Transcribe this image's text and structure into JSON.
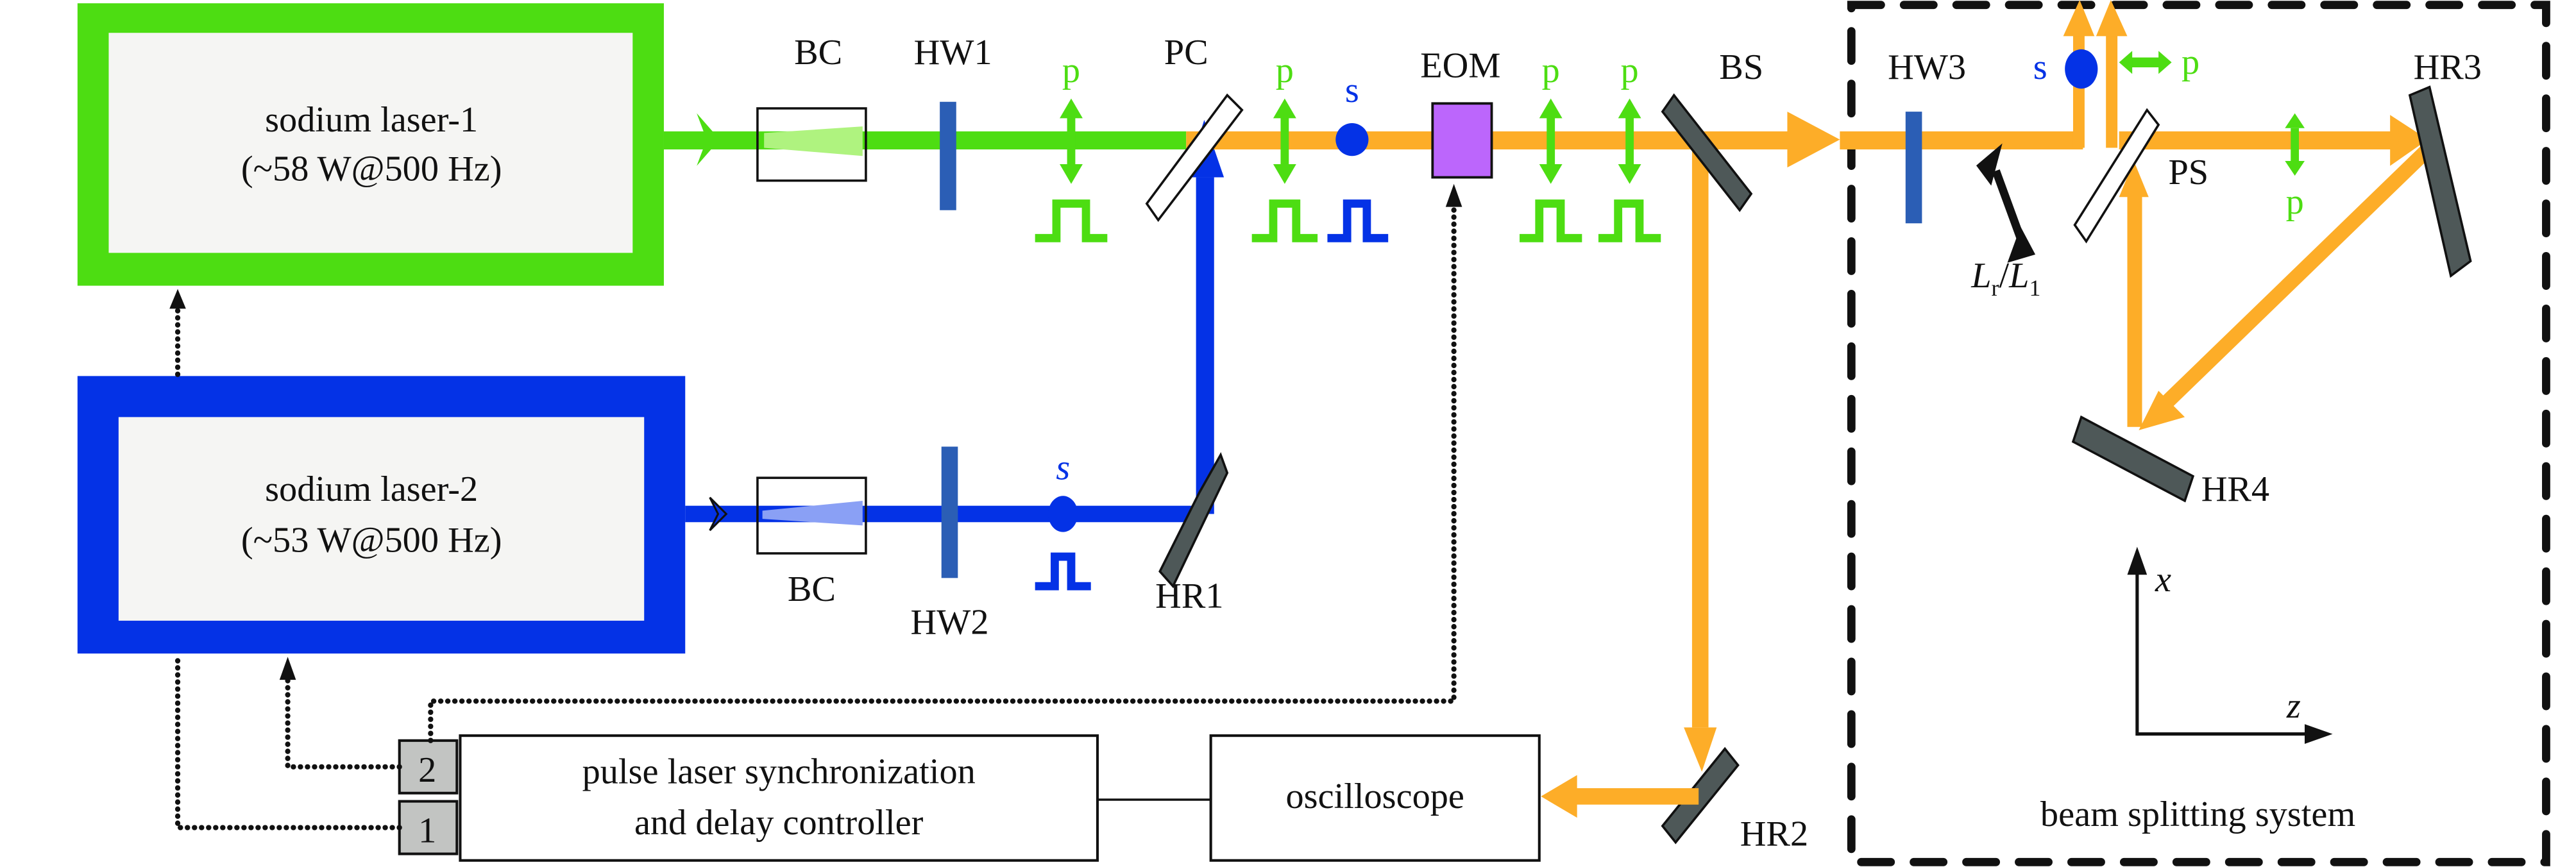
{
  "colors": {
    "green_beam": "#4ddd12",
    "blue_beam": "#0432e6",
    "orange_beam": "#fdad28",
    "eom_fill": "#bc66fc",
    "mirror_fill": "#4e5858",
    "waveplate_fill": "#2b5eb5",
    "laser_inner": "#f5f5f3",
    "port_fill": "#c2c4c2"
  },
  "lasers": [
    {
      "name": "sodium laser-1",
      "spec": "(~58 W@500 Hz)",
      "color": "green"
    },
    {
      "name": "sodium laser-2",
      "spec": "(~53 W@500 Hz)",
      "color": "blue"
    }
  ],
  "components": {
    "bc1": "BC",
    "bc2": "BC",
    "hw1": "HW1",
    "hw2": "HW2",
    "hw3": "HW3",
    "pc": "PC",
    "eom": "EOM",
    "bs": "BS",
    "hr1": "HR1",
    "hr2": "HR2",
    "hr3": "HR3",
    "hr4": "HR4",
    "ps": "PS"
  },
  "polarization": {
    "p": "p",
    "s": "s"
  },
  "ratio_label": {
    "main": "L",
    "sub_r": "r",
    "slash": "/",
    "sub_l": "1"
  },
  "axes": {
    "x": "x",
    "z": "z"
  },
  "controller": {
    "line1": "pulse laser synchronization",
    "line2": "and delay controller",
    "port_2": "2",
    "port_1": "1"
  },
  "oscilloscope": "oscilloscope",
  "beam_splitting_system": "beam splitting system"
}
